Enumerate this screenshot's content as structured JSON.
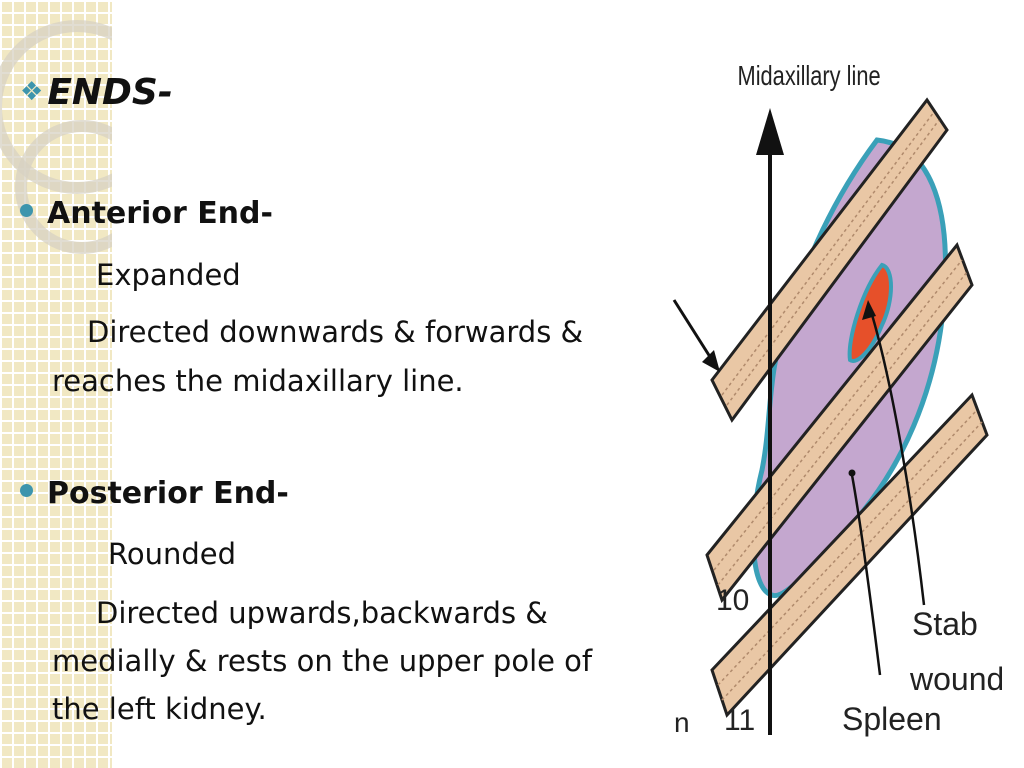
{
  "slide": {
    "heading": "ENDS-",
    "heading_bullet_icon": "diamond-bullet-icon",
    "anterior": {
      "title": "Anterior End-",
      "shape": "Expanded",
      "direction_line1": "Directed downwards & forwards &",
      "direction_line2": "reaches the midaxillary line."
    },
    "posterior": {
      "title": "Posterior End-",
      "shape": "Rounded",
      "direction_line1": "Directed upwards,backwards &",
      "direction_line2": "medially & rests on the upper pole of",
      "direction_line3": "the left kidney."
    }
  },
  "diagram": {
    "midaxillary_label": "Midaxillary line",
    "rib_10_label": "10",
    "rib_11_label": "11",
    "stab_label_line1": "Stab",
    "stab_label_line2": "wound",
    "spleen_label": "Spleen",
    "partial_label": "n",
    "colors": {
      "spleen": "#c4a7cf",
      "spleen_outline": "#3aa0b8",
      "rib": "#e9c7a5",
      "wound": "#e6502a",
      "accent": "#3d95ad"
    }
  }
}
